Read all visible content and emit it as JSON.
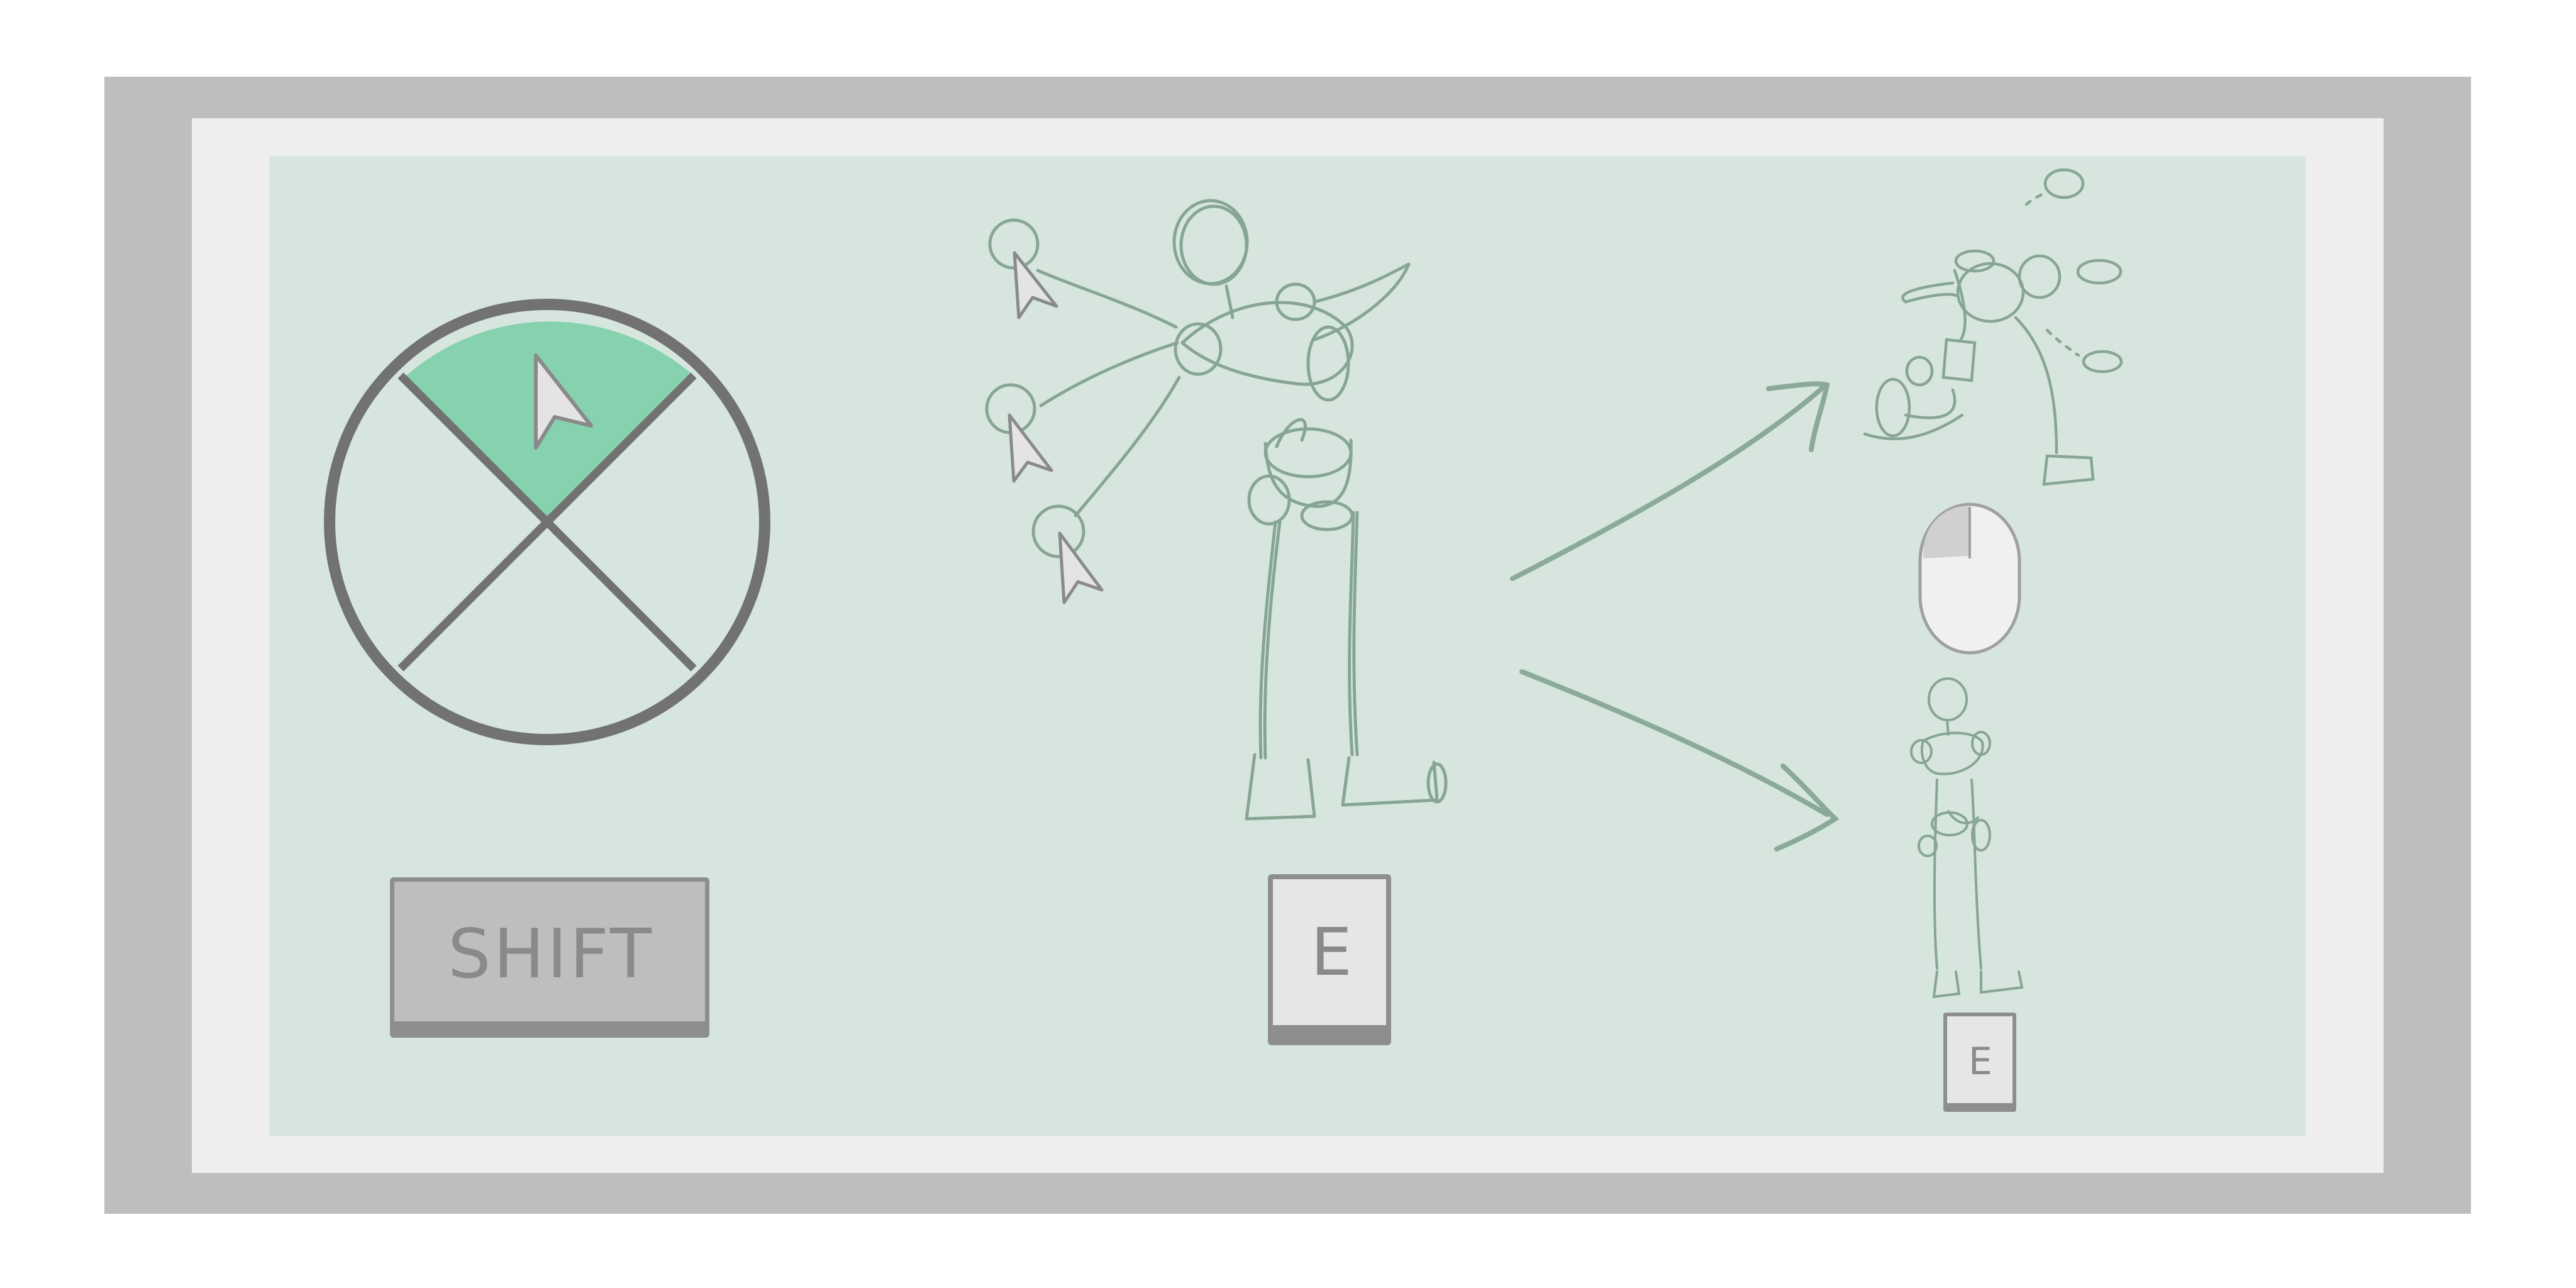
{
  "keys": {
    "shift": "SHIFT",
    "e": "E",
    "e_small": "E"
  },
  "colors": {
    "outer_frame": "#bebebe",
    "inner_frame": "#eeeeee",
    "canvas": "#d6e6de",
    "highlight_sector": "#86d2ae",
    "ring": "#727272",
    "key_face_shift": "#bebebe",
    "key_face_e": "#e6e6e6",
    "sketch_stroke": "#7f9f8c"
  },
  "radial_menu": {
    "sectors": 4,
    "highlighted": "top"
  },
  "icons": [
    "cursor-arrow-icon",
    "mouse-icon",
    "arrow-icon"
  ]
}
